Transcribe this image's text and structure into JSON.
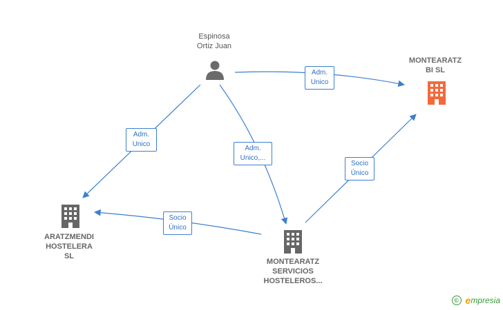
{
  "nodes": {
    "person": {
      "label": "Espinosa\nOrtiz Juan",
      "icon": "person-icon"
    },
    "montearatz_bi": {
      "label": "MONTEARATZ\nBI  SL",
      "icon": "building-icon",
      "color": "#f26a3b"
    },
    "aratzmendi": {
      "label": "ARATZMENDI\nHOSTELERA\nSL",
      "icon": "building-icon",
      "color": "#666666"
    },
    "montearatz_servicios": {
      "label": "MONTEARATZ\nSERVICIOS\nHOSTELEROS...",
      "icon": "building-icon",
      "color": "#666666"
    }
  },
  "edges": {
    "person_to_bi": {
      "label": "Adm.\nUnico"
    },
    "person_to_aratzmendi": {
      "label": "Adm.\nUnico"
    },
    "person_to_servicios": {
      "label": "Adm.\nUnico,..."
    },
    "servicios_to_aratzmendi": {
      "label": "Socio\nÚnico"
    },
    "servicios_to_bi": {
      "label": "Socio\nÚnico"
    }
  },
  "colors": {
    "edge": "#3a7fd0",
    "accent": "#f26a3b",
    "icon": "#666666"
  },
  "footer": {
    "copyright": "©",
    "brand_e": "e",
    "brand_rest": "mpresia"
  }
}
